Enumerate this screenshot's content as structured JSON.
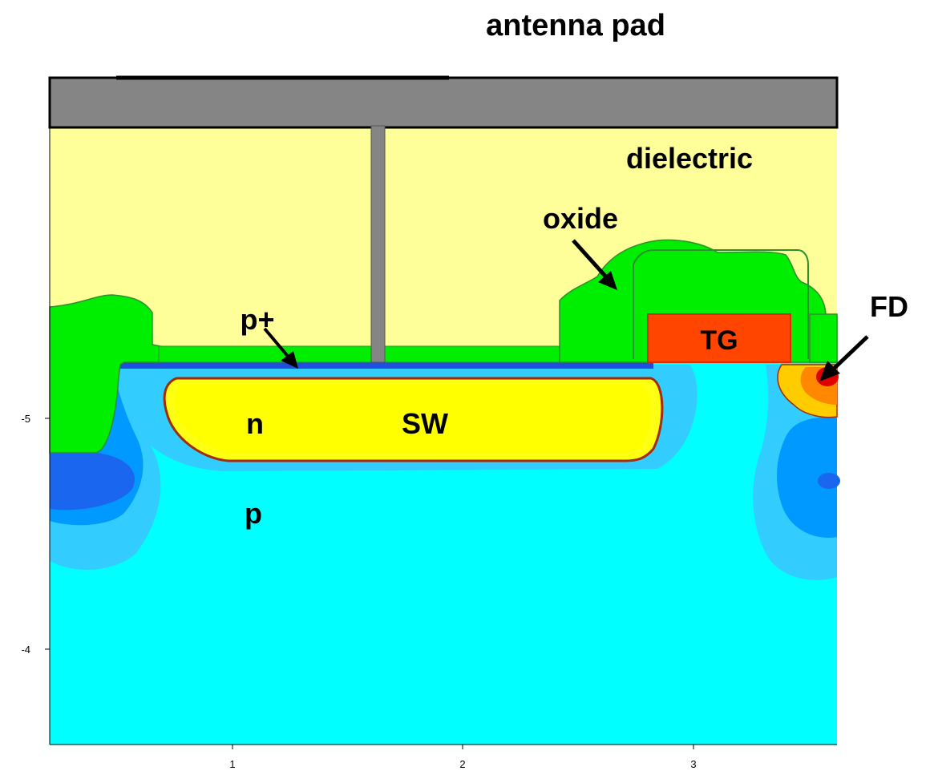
{
  "diagram": {
    "title": "antenna pad",
    "regions": {
      "dielectric": "dielectric",
      "oxide": "oxide",
      "p_plus": "p+",
      "n": "n",
      "sw": "SW",
      "p": "p",
      "tg": "TG",
      "fd": "FD"
    },
    "axes": {
      "x_ticks": [
        "1",
        "2",
        "3"
      ],
      "y_ticks": [
        "-5",
        "-4"
      ]
    },
    "colors": {
      "metal": "#858585",
      "dielectric": "#ffff99",
      "oxide": "#00ee00",
      "substrate": "#00ffff",
      "p_plus": "#1f4fe0",
      "n_well_fill": "#ffff14",
      "n_well_edge": "#a52a00",
      "gate": "#ff4500",
      "fd_core": "#e00000"
    }
  }
}
